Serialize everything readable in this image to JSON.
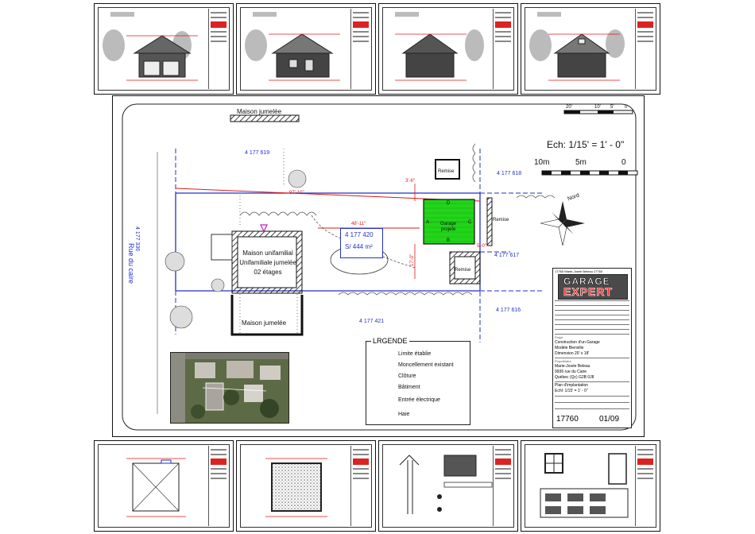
{
  "main": {
    "neighbor_top": "Maison jumelée",
    "neighbor_bottom": "Maison jumelée",
    "street": "Rue du caire",
    "lots": {
      "top_left": "4 177 619",
      "top_right": "4 177 618",
      "right": "4 177 617",
      "bottom_right": "4 177 616",
      "bottom": "4 177 421",
      "left": "4 177 336",
      "subject_number": "4 177 420",
      "subject_area": "S/ 444 m²"
    },
    "house": [
      "Maison unifamilial",
      "Unifamiliale jumelée",
      "02 étages"
    ],
    "garage_label": [
      "Garage",
      "projeté"
    ],
    "garage_letters": [
      "A",
      "B",
      "C",
      "D"
    ],
    "remise": [
      "Remise",
      "Remise",
      "Remise"
    ],
    "dims": {
      "top_line": "97'-10\"",
      "middle": "48'-11\"",
      "side_a": "3'-6\"",
      "side_b": "17'-0\"",
      "side_c": "5'-0\""
    },
    "scale_text": "Ech: 1/15' = 1' - 0\"",
    "scale_metric": [
      "10m",
      "5m",
      "0"
    ],
    "scale_imperial": [
      "20'",
      "10'",
      "5'",
      "0"
    ],
    "north": "Nord"
  },
  "legend": {
    "title": "LRGENDE",
    "items": [
      "Limite établie",
      "Moncellement existant",
      "Clôture",
      "Bâtiment",
      "Entrée électrique",
      "Haie"
    ]
  },
  "titleblock": {
    "header": "17760  Marie-Josée Beleau  17760",
    "logo_top": "GARAGE",
    "logo_bottom": "EXPERT",
    "project_label": "Projet",
    "project": [
      "Construction d'un Garage",
      "Modèle Bienville",
      "Dimension 20' x 18'"
    ],
    "owner_label": "Propriétaire",
    "owner": [
      "Marie-Josée Beleau",
      "9936 rue du Caire",
      "Québec (Qc) G2B 0J8"
    ],
    "sheet_label": "Plan d'implantation",
    "sheet_scale": "Echl: 1/15' = 1' - 0\"",
    "project_no": "17760",
    "page": "01/09"
  },
  "colors": {
    "property_line": "#2230c8",
    "dimension": "#e01818",
    "garage_fill": "#22d41a",
    "electric": "#c020c0"
  }
}
